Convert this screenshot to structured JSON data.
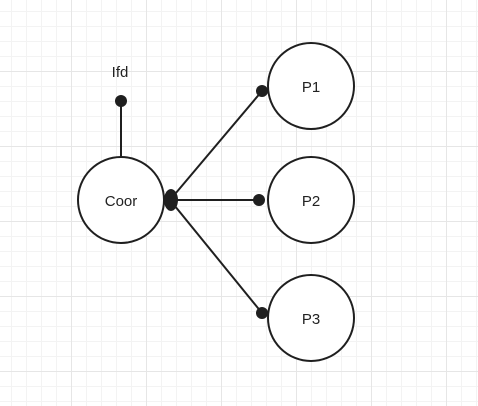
{
  "diagram": {
    "nodes": {
      "coordinator": {
        "label": "Coor"
      },
      "p1": {
        "label": "P1"
      },
      "p2": {
        "label": "P2"
      },
      "p3": {
        "label": "P3"
      }
    },
    "external_labels": {
      "ifd": "Ifd"
    },
    "colors": {
      "stroke": "#1f1f1f",
      "node_fill": "#ffffff",
      "grid": "#e6e6e6"
    }
  }
}
